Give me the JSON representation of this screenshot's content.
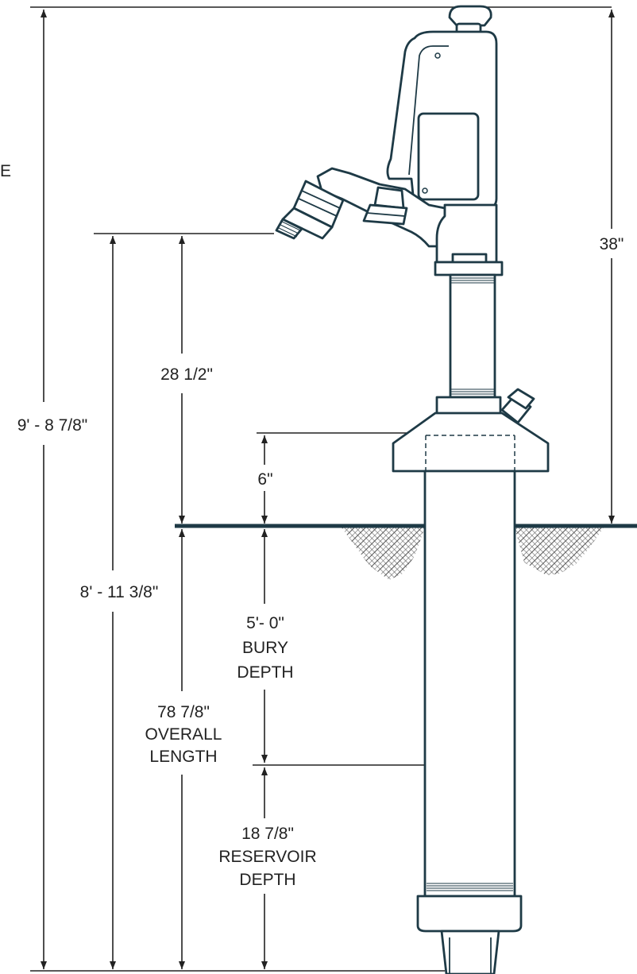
{
  "page_edge_text": "E",
  "dimensions": {
    "height_above_ground": "38\"",
    "overall_height": "9' - 8 7/8\"",
    "nozzle_total_height": "8' - 11 3/8\"",
    "nozzle_above_ground": "28 1/2\"",
    "base_above_ground": "6\"",
    "bury_depth": [
      "5'- 0\"",
      "BURY",
      "DEPTH"
    ],
    "overall_length": [
      "78 7/8\"",
      "OVERALL",
      "LENGTH"
    ],
    "reservoir_depth": [
      "18 7/8\"",
      "RESERVOIR",
      "DEPTH"
    ]
  },
  "colors": {
    "hydrant_stroke": "#1e3a46",
    "dimension_stroke": "#222222",
    "ground_line": "#1e3a46"
  }
}
